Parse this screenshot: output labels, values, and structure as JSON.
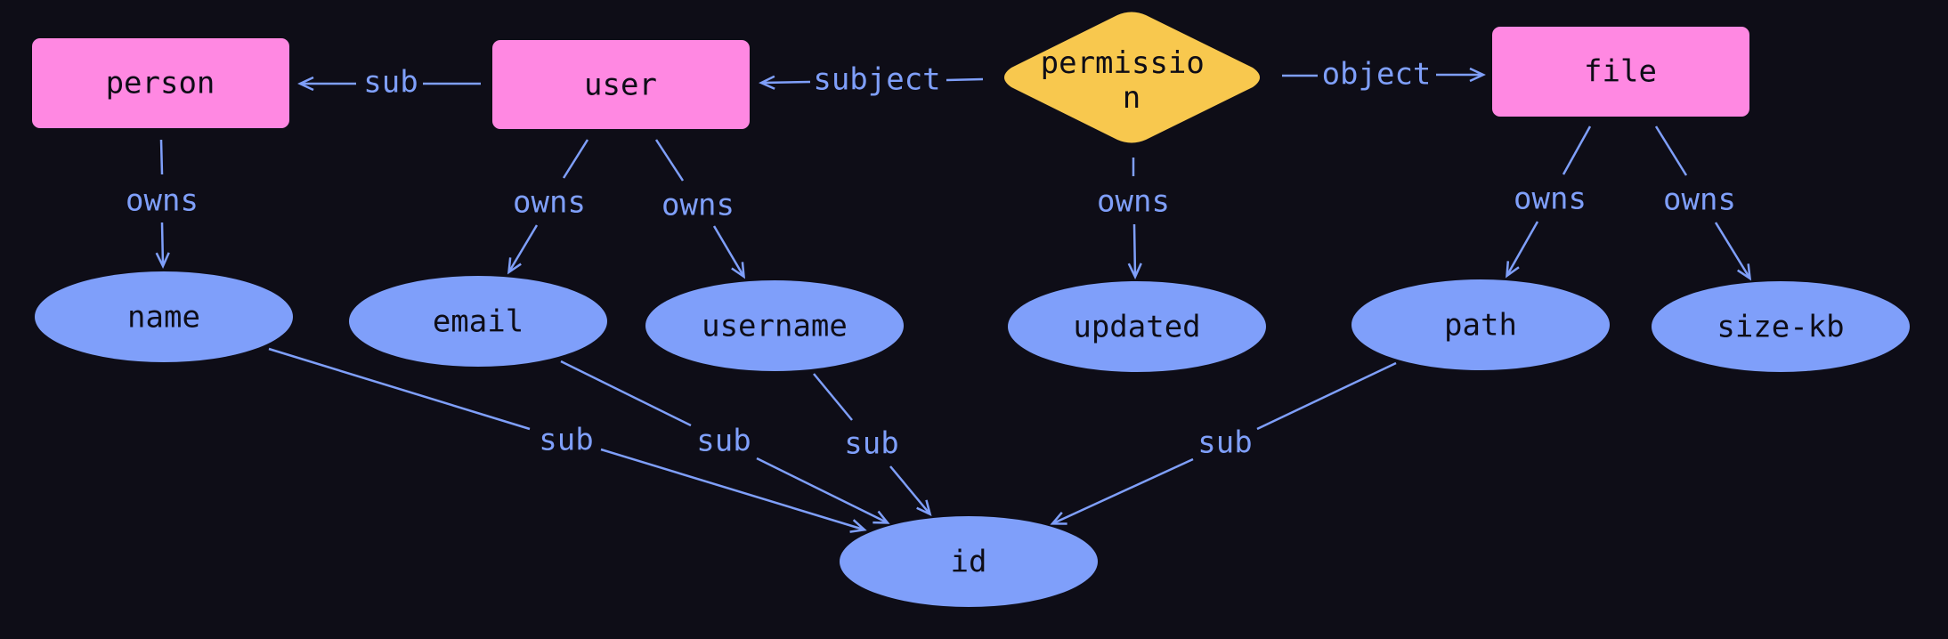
{
  "colors": {
    "background": "#0e0d17",
    "entity": "#ff88e2",
    "relation": "#f8c84e",
    "attribute": "#7f9ffa",
    "edge": "#7f9ffa",
    "node_text": "#0e0d17"
  },
  "nodes": {
    "person": {
      "label": "person",
      "kind": "entity"
    },
    "user": {
      "label": "user",
      "kind": "entity"
    },
    "permission": {
      "label_lines": [
        "permissio",
        "n"
      ],
      "kind": "relation"
    },
    "file": {
      "label": "file",
      "kind": "entity"
    },
    "name": {
      "label": "name",
      "kind": "attribute"
    },
    "email": {
      "label": "email",
      "kind": "attribute"
    },
    "username": {
      "label": "username",
      "kind": "attribute"
    },
    "updated": {
      "label": "updated",
      "kind": "attribute"
    },
    "path": {
      "label": "path",
      "kind": "attribute"
    },
    "size_kb": {
      "label": "size-kb",
      "kind": "attribute"
    },
    "id": {
      "label": "id",
      "kind": "attribute"
    }
  },
  "edges": [
    {
      "from": "user",
      "to": "person",
      "label": "sub"
    },
    {
      "from": "permission",
      "to": "user",
      "label": "subject"
    },
    {
      "from": "permission",
      "to": "file",
      "label": "object"
    },
    {
      "from": "person",
      "to": "name",
      "label": "owns"
    },
    {
      "from": "user",
      "to": "email",
      "label": "owns"
    },
    {
      "from": "user",
      "to": "username",
      "label": "owns"
    },
    {
      "from": "permission",
      "to": "updated",
      "label": "owns"
    },
    {
      "from": "file",
      "to": "path",
      "label": "owns"
    },
    {
      "from": "file",
      "to": "size_kb",
      "label": "owns"
    },
    {
      "from": "name",
      "to": "id",
      "label": "sub"
    },
    {
      "from": "email",
      "to": "id",
      "label": "sub"
    },
    {
      "from": "username",
      "to": "id",
      "label": "sub"
    },
    {
      "from": "path",
      "to": "id",
      "label": "sub"
    }
  ]
}
